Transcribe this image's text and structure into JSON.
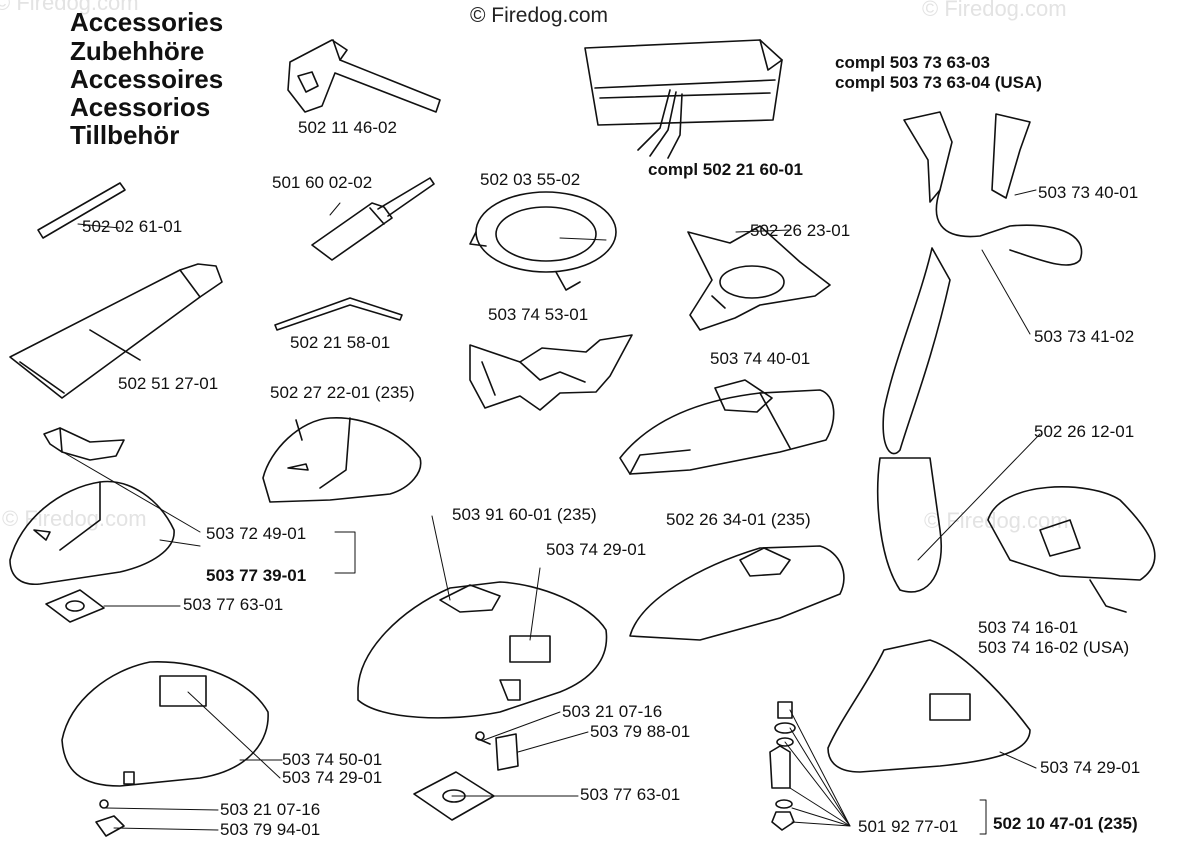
{
  "titles": [
    "Accessories",
    "Zubehhöre",
    "Accessoires",
    "Acessorios",
    "Tillbehör"
  ],
  "copyright": "© Firedog.com",
  "watermark": "© Firedog.com",
  "labels": {
    "scrench": "502 11 46-02",
    "harness_set": "compl 502 21 60-01",
    "harness_compl_1": "compl 503 73 63-03",
    "harness_compl_2": "compl 503 73 63-04 (USA)",
    "harness_hook": "503 73 40-01",
    "screwdriver": "501 60 02-02",
    "guard_ring": "502 03 55-02",
    "rod": "502 02 61-01",
    "support_cup": "502 26 23-01",
    "allen_key": "502 21 58-01",
    "guard_skirt": "503 74 53-01",
    "harness_strap": "503 73 41-02",
    "grease_tube": "502 51 27-01",
    "guard_a": "503 74 40-01",
    "guard_b_235": "502 27 22-01 (235)",
    "harness_pad": "502 26 12-01",
    "guard_c_235": "503 91 60-01 (235)",
    "guard_d_235": "502 26 34-01 (235)",
    "bracket_a": "503 72 49-01",
    "guard_decal_a": "503 74 29-01",
    "kit_a": "503 77 39-01",
    "plate_a": "503 77 63-01",
    "pad_belt": "503 74 16-01",
    "pad_belt_usa": "503 74 16-02 (USA)",
    "guard_e": "503 74 50-01",
    "guard_decal_b": "503 74 29-01",
    "screw_a": "503 21 07-16",
    "bracket_b": "503 79 88-01",
    "plate_b": "503 77 63-01",
    "guard_decal_c": "503 74 29-01",
    "screw_b": "503 21 07-16",
    "clip": "503 79 94-01",
    "fasteners": "501 92 77-01",
    "kit_b_235": "502 10 47-01 (235)"
  }
}
